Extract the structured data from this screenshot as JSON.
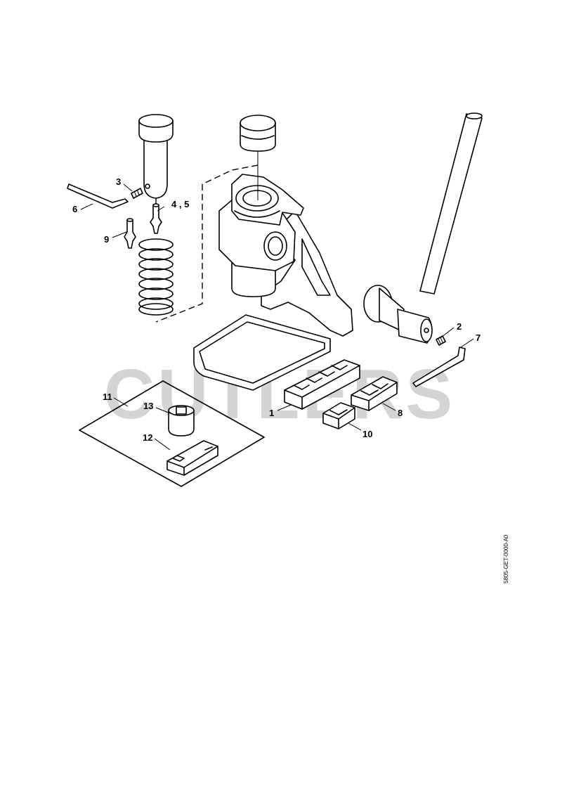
{
  "watermark": "CUTLERS",
  "drawing_ref": "5805-GET-0000-A0",
  "callouts": {
    "c1": "1",
    "c2": "2",
    "c3": "3",
    "c45": "4 , 5",
    "c6": "6",
    "c7": "7",
    "c8": "8",
    "c9": "9",
    "c10": "10",
    "c11": "11",
    "c12": "12",
    "c13": "13"
  }
}
